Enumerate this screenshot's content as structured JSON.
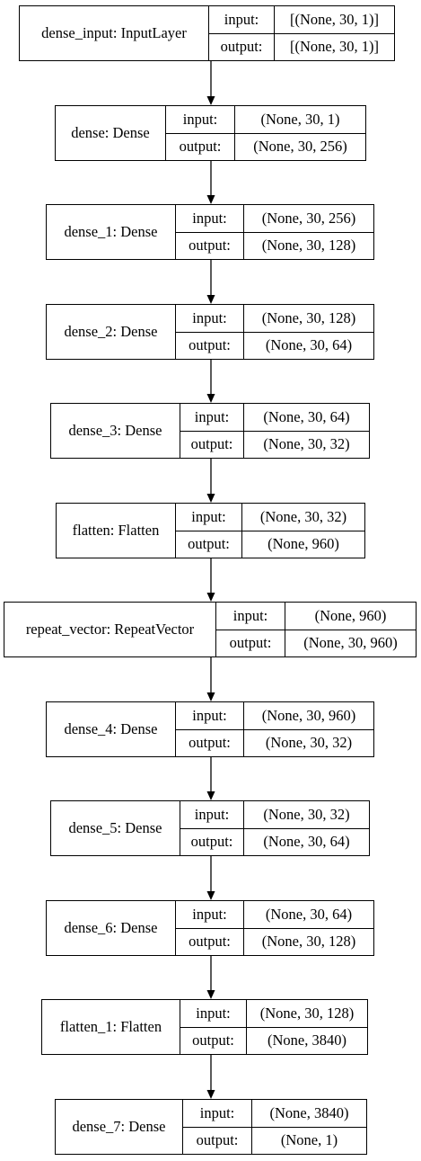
{
  "layers": [
    {
      "name": "dense_input: InputLayer",
      "input_label": "input:",
      "output_label": "output:",
      "input_shape": "[(None, 30, 1)]",
      "output_shape": "[(None, 30, 1)]"
    },
    {
      "name": "dense: Dense",
      "input_label": "input:",
      "output_label": "output:",
      "input_shape": "(None, 30, 1)",
      "output_shape": "(None, 30, 256)"
    },
    {
      "name": "dense_1: Dense",
      "input_label": "input:",
      "output_label": "output:",
      "input_shape": "(None, 30, 256)",
      "output_shape": "(None, 30, 128)"
    },
    {
      "name": "dense_2: Dense",
      "input_label": "input:",
      "output_label": "output:",
      "input_shape": "(None, 30, 128)",
      "output_shape": "(None, 30, 64)"
    },
    {
      "name": "dense_3: Dense",
      "input_label": "input:",
      "output_label": "output:",
      "input_shape": "(None, 30, 64)",
      "output_shape": "(None, 30, 32)"
    },
    {
      "name": "flatten: Flatten",
      "input_label": "input:",
      "output_label": "output:",
      "input_shape": "(None, 30, 32)",
      "output_shape": "(None, 960)"
    },
    {
      "name": "repeat_vector: RepeatVector",
      "input_label": "input:",
      "output_label": "output:",
      "input_shape": "(None, 960)",
      "output_shape": "(None, 30, 960)"
    },
    {
      "name": "dense_4: Dense",
      "input_label": "input:",
      "output_label": "output:",
      "input_shape": "(None, 30, 960)",
      "output_shape": "(None, 30, 32)"
    },
    {
      "name": "dense_5: Dense",
      "input_label": "input:",
      "output_label": "output:",
      "input_shape": "(None, 30, 32)",
      "output_shape": "(None, 30, 64)"
    },
    {
      "name": "dense_6: Dense",
      "input_label": "input:",
      "output_label": "output:",
      "input_shape": "(None, 30, 64)",
      "output_shape": "(None, 30, 128)"
    },
    {
      "name": "flatten_1: Flatten",
      "input_label": "input:",
      "output_label": "output:",
      "input_shape": "(None, 30, 128)",
      "output_shape": "(None, 3840)"
    },
    {
      "name": "dense_7: Dense",
      "input_label": "input:",
      "output_label": "output:",
      "input_shape": "(None, 3840)",
      "output_shape": "(None, 1)"
    }
  ]
}
